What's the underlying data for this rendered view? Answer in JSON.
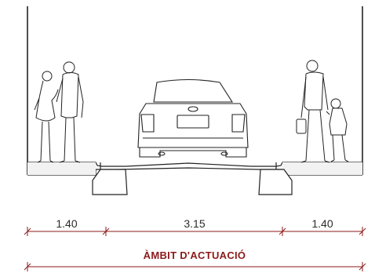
{
  "section": {
    "dimensions": [
      {
        "id": "left-sidewalk",
        "label": "1.40"
      },
      {
        "id": "roadway",
        "label": "3.15"
      },
      {
        "id": "right-sidewalk",
        "label": "1.40"
      }
    ],
    "scope_label": "ÀMBIT D'ACTUACIÓ"
  },
  "colors": {
    "dimension_line": "#8b1a1a",
    "drawing_line": "#222222"
  }
}
